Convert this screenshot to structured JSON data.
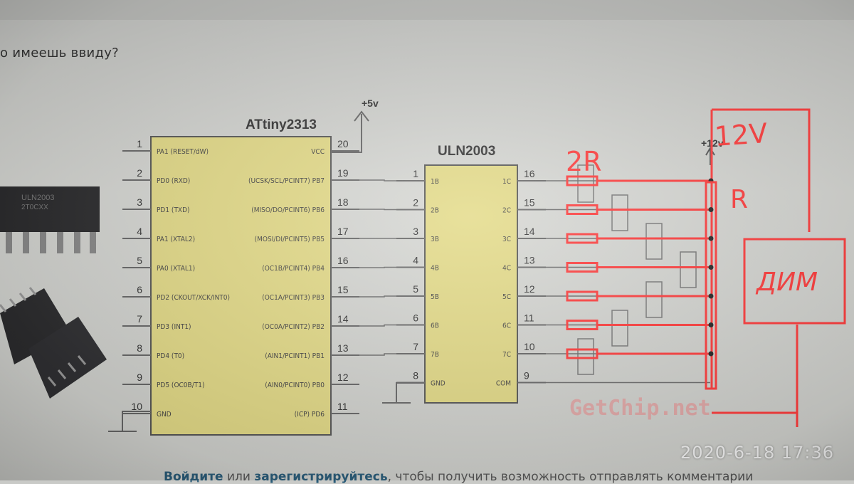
{
  "page": {
    "question": "о имеешь ввиду?",
    "footer_link_login": "Войдите",
    "footer_or": "или",
    "footer_link_register": "зарегистрируйтесь",
    "footer_rest": ", чтобы получить возможность отправлять комментарии",
    "timestamp": "2020-6-18 17:36",
    "watermark": "GetChip.net"
  },
  "attiny": {
    "title": "ATtiny2313",
    "vcc_label": "+5v",
    "left_pins": [
      {
        "num": "1",
        "label": "PA1 (RESET/dW)"
      },
      {
        "num": "2",
        "label": "PD0 (RXD)"
      },
      {
        "num": "3",
        "label": "PD1 (TXD)"
      },
      {
        "num": "4",
        "label": "PA1 (XTAL2)"
      },
      {
        "num": "5",
        "label": "PA0 (XTAL1)"
      },
      {
        "num": "6",
        "label": "PD2 (CKOUT/XCK/INT0)"
      },
      {
        "num": "7",
        "label": "PD3 (INT1)"
      },
      {
        "num": "8",
        "label": "PD4 (T0)"
      },
      {
        "num": "9",
        "label": "PD5 (OC0B/T1)"
      },
      {
        "num": "10",
        "label": "GND"
      }
    ],
    "right_pins": [
      {
        "num": "20",
        "label": "VCC"
      },
      {
        "num": "19",
        "label": "(UCSK/SCL/PCINT7) PB7"
      },
      {
        "num": "18",
        "label": "(MISO/DO/PCINT6) PB6"
      },
      {
        "num": "17",
        "label": "(MOSI/DI/PCINT5) PB5"
      },
      {
        "num": "16",
        "label": "(OC1B/PCINT4) PB4"
      },
      {
        "num": "15",
        "label": "(OC1A/PCINT3) PB3"
      },
      {
        "num": "14",
        "label": "(OC0A/PCINT2) PB2"
      },
      {
        "num": "13",
        "label": "(AIN1/PCINT1) PB1"
      },
      {
        "num": "12",
        "label": "(AIN0/PCINT0) PB0"
      },
      {
        "num": "11",
        "label": "(ICP) PD6"
      }
    ]
  },
  "uln": {
    "title": "ULN2003",
    "left_pins": [
      {
        "num": "1",
        "label": "1B"
      },
      {
        "num": "2",
        "label": "2B"
      },
      {
        "num": "3",
        "label": "3B"
      },
      {
        "num": "4",
        "label": "4B"
      },
      {
        "num": "5",
        "label": "5B"
      },
      {
        "num": "6",
        "label": "6B"
      },
      {
        "num": "7",
        "label": "7B"
      },
      {
        "num": "8",
        "label": "GND"
      }
    ],
    "right_pins": [
      {
        "num": "16",
        "label": "1C"
      },
      {
        "num": "15",
        "label": "2C"
      },
      {
        "num": "14",
        "label": "3C"
      },
      {
        "num": "13",
        "label": "4C"
      },
      {
        "num": "12",
        "label": "5C"
      },
      {
        "num": "11",
        "label": "6C"
      },
      {
        "num": "10",
        "label": "7C"
      },
      {
        "num": "9",
        "label": "COM"
      }
    ]
  },
  "annotations": {
    "supply_printed": "+12v",
    "supply_hand": "12V",
    "resistor_2r": "2R",
    "resistor_r": "R",
    "device": "ДИМ"
  },
  "colors": {
    "chip_fill": "#e3da86",
    "hand_red": "#ff3b3b",
    "wire": "#6a6a6a"
  }
}
